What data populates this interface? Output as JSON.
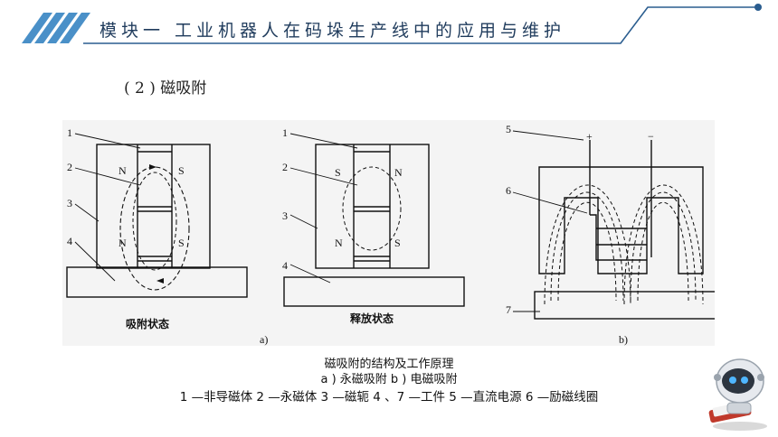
{
  "header": {
    "title": "模块一  工业机器人在码垛生产线中的应用与维护"
  },
  "section": {
    "title": "( 2 ) 磁吸附"
  },
  "figure": {
    "panel_a": {
      "state_attach": "吸附状态",
      "state_release": "释放状态",
      "label": "a)",
      "numbers": [
        "1",
        "2",
        "3",
        "4"
      ],
      "poles_attach": [
        "N",
        "S",
        "N",
        "S"
      ],
      "poles_release": [
        "S",
        "N",
        "N",
        "S"
      ]
    },
    "panel_b": {
      "label": "b)",
      "numbers": [
        "5",
        "6",
        "7"
      ],
      "plus": "+",
      "minus": "−"
    }
  },
  "caption": {
    "line1": "磁吸附的结构及工作原理",
    "line2": "a ) 永磁吸附    b ) 电磁吸附",
    "line3": "1 —非导磁体    2 —永磁体    3 —磁轭    4 、7 —工件    5 —直流电源    6 —励磁线圈"
  },
  "colors": {
    "accent": "#2a5d8f",
    "stripe": "#4a90c8",
    "title_text": "#1f3b5c"
  },
  "icons": [
    "header-stripes-icon",
    "robot-mascot-icon"
  ]
}
